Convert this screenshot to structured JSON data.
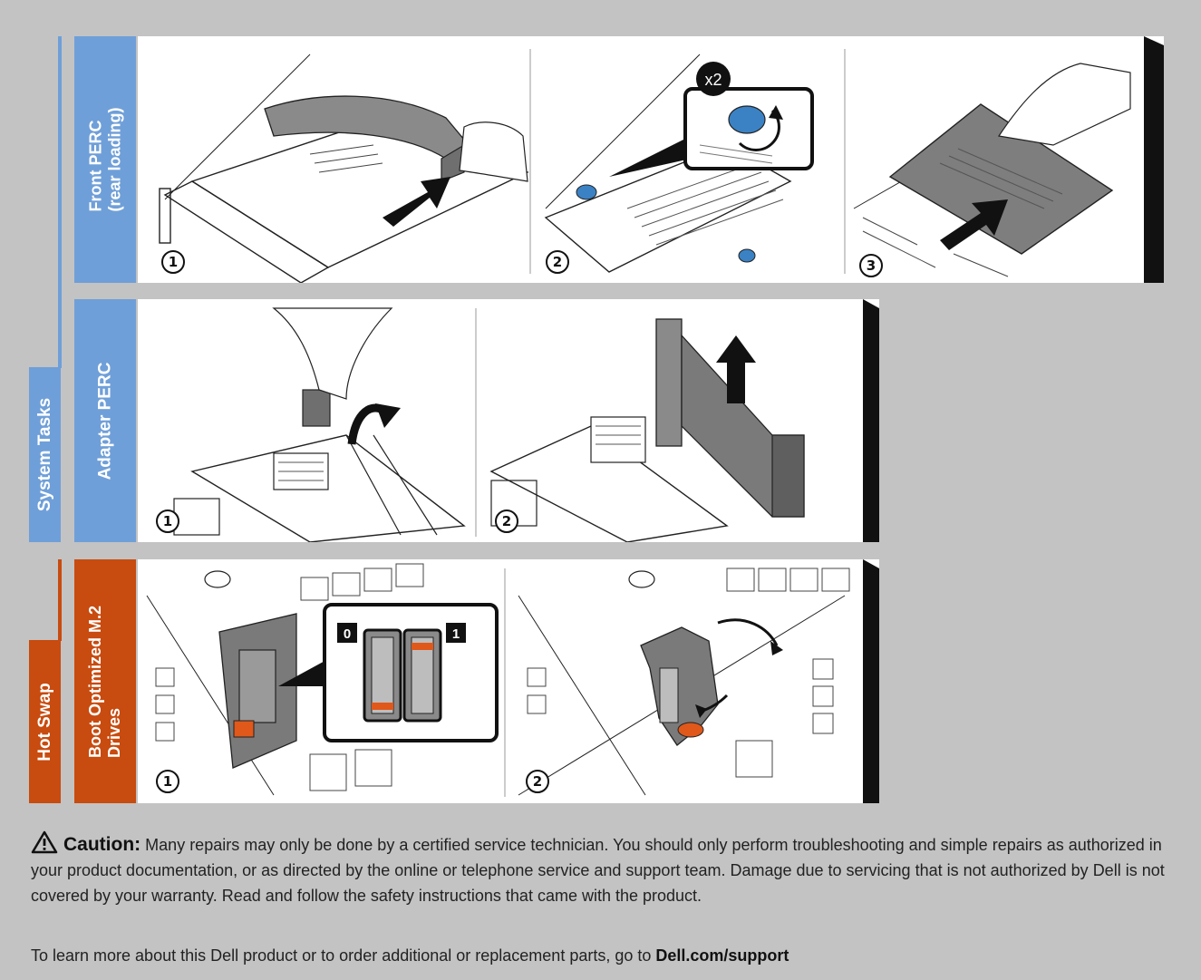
{
  "side_labels": {
    "system_tasks": "System Tasks",
    "hot_swap": "Hot Swap"
  },
  "rows": [
    {
      "label": "Front PERC\n(rear loading)",
      "steps": [
        "1",
        "2",
        "3"
      ],
      "callout": "x2"
    },
    {
      "label": "Adapter PERC",
      "steps": [
        "1",
        "2"
      ]
    },
    {
      "label": "Boot Optimized M.2\nDrives",
      "steps": [
        "1",
        "2"
      ],
      "switch_labels": [
        "0",
        "1"
      ]
    }
  ],
  "caution": {
    "lead": "Caution:",
    "text": "Many repairs may only be done by a certified service technician. You should only perform troubleshooting and simple repairs as authorized in your product documentation, or as directed by the online or telephone service and support team. Damage due to servicing that is not authorized by Dell is not covered by your warranty. Read and follow the safety instructions that came with the product."
  },
  "learn_more": {
    "text": "To learn more about this Dell product or to order additional or replacement parts, go to",
    "link": "Dell.com/support"
  },
  "colors": {
    "background": "#c3c3c3",
    "system_blue": "#6f9fd8",
    "hot_swap_orange": "#c84b0f",
    "panel_edge": "#111111",
    "accent_blue": "#3b82c4",
    "accent_orange": "#e0581a"
  },
  "icons": {
    "caution": "warning-triangle-icon"
  }
}
